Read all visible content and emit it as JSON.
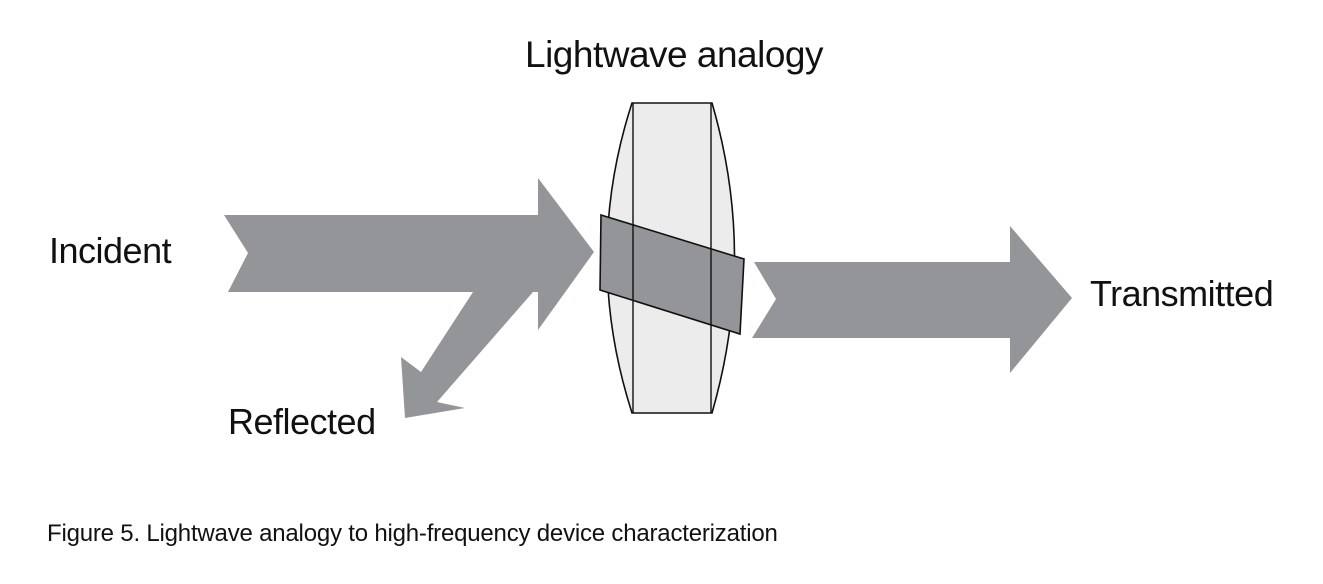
{
  "diagram": {
    "title": "Lightwave analogy",
    "labels": {
      "incident": "Incident",
      "transmitted": "Transmitted",
      "reflected": "Reflected"
    },
    "colors": {
      "arrow": "#939598",
      "lens_fill": "#ececec",
      "band_fill": "#939598",
      "outline": "#111111"
    }
  },
  "caption": "Figure 5. Lightwave analogy to high-frequency device characterization"
}
